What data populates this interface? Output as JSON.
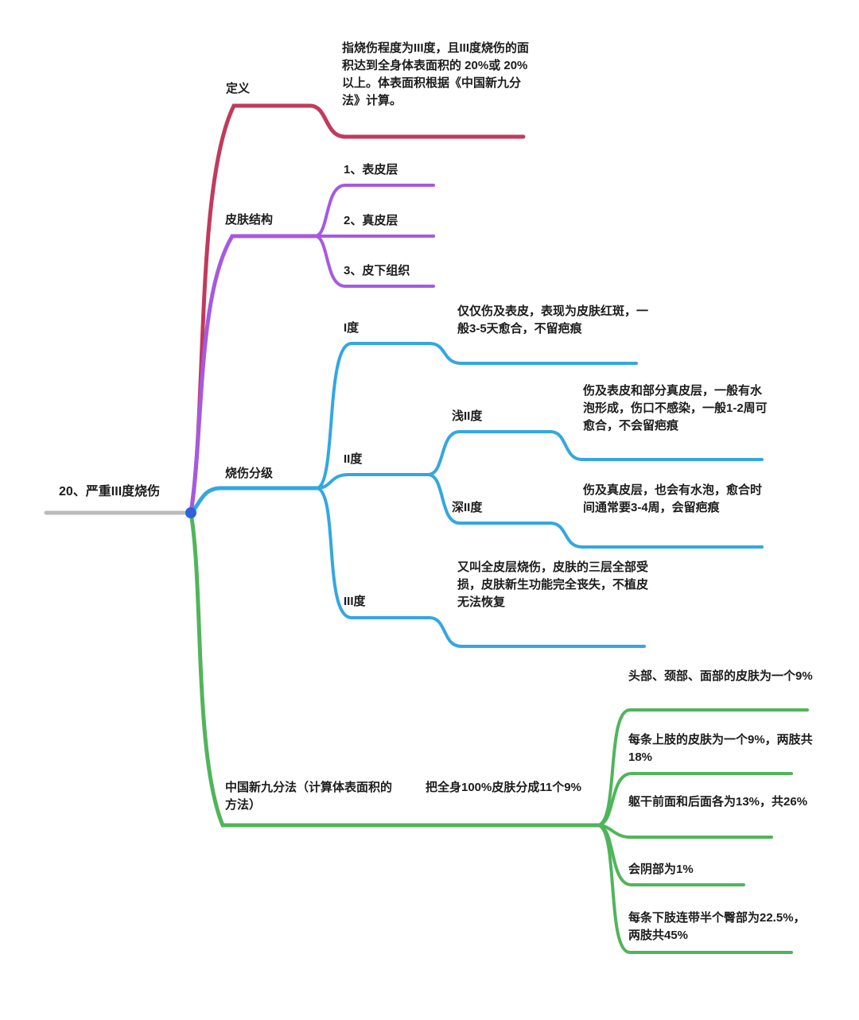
{
  "root": {
    "label": "20、严重III度烧伤"
  },
  "colors": {
    "red": "#C23A5C",
    "purple": "#A55AE2",
    "blue": "#33A7E2",
    "green": "#50B55A",
    "gray": "#B9BBBD",
    "dot": "#2E62D9"
  },
  "branches": {
    "definition": {
      "label": "定义",
      "text": "指烧伤程度为III度，且III度烧伤的面积达到全身体表面积的 20%或 20%以上。体表面积根据《中国新九分法》计算。"
    },
    "skin": {
      "label": "皮肤结构",
      "children": [
        {
          "label": "1、表皮层"
        },
        {
          "label": "2、真皮层"
        },
        {
          "label": "3、皮下组织"
        }
      ]
    },
    "grading": {
      "label": "烧伤分级",
      "degree1": {
        "label": "I度",
        "text": "仅仅伤及表皮，表现为皮肤红斑，一般3-5天愈合，不留疤痕"
      },
      "degree2": {
        "label": "II度",
        "shallow": {
          "label": "浅II度",
          "text": "伤及表皮和部分真皮层，一般有水泡形成，伤口不感染，一般1-2周可愈合，不会留疤痕"
        },
        "deep": {
          "label": "深II度",
          "text": "伤及真皮层，也会有水泡，愈合时间通常要3-4周，会留疤痕"
        }
      },
      "degree3": {
        "label": "III度",
        "text": "又叫全皮层烧伤，皮肤的三层全部受损，皮肤新生功能完全丧失，不植皮无法恢复"
      }
    },
    "nines": {
      "label": "中国新九分法（计算体表面积的方法）",
      "summary": "把全身100%皮肤分成11个9%",
      "children": [
        {
          "text": "头部、颈部、面部的皮肤为一个9%"
        },
        {
          "text": "每条上肢的皮肤为一个9%，两肢共18%"
        },
        {
          "text": "躯干前面和后面各为13%，共26%"
        },
        {
          "text": "会阴部为1%"
        },
        {
          "text": "每条下肢连带半个臀部为22.5%，两肢共45%"
        }
      ]
    }
  }
}
